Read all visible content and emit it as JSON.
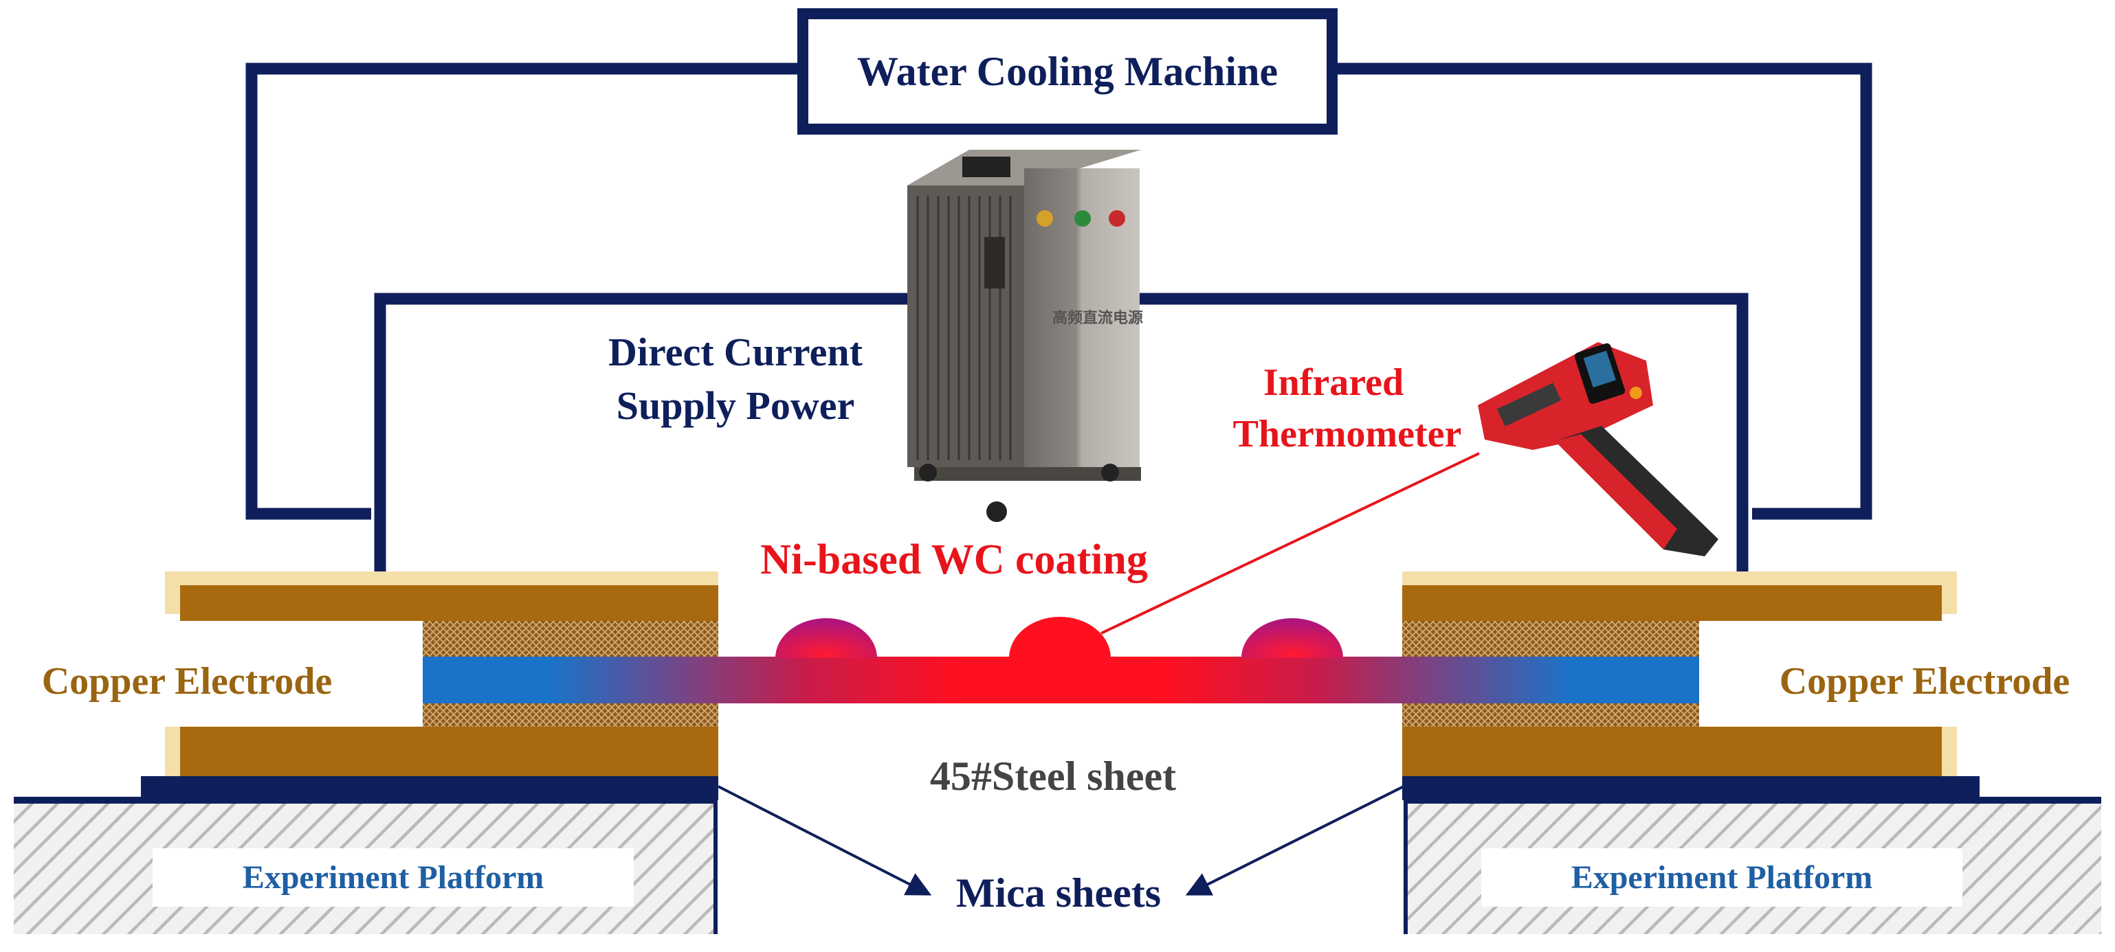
{
  "labels": {
    "water_cooling": "Water Cooling Machine",
    "dc_power_line1": "Direct Current",
    "dc_power_line2": "Supply Power",
    "infrared_line1": "Infrared",
    "infrared_line2": "Thermometer",
    "coating": "Ni-based WC coating",
    "electrode_left": "Copper Electrode",
    "electrode_right": "Copper Electrode",
    "steel_sheet": "45#Steel sheet",
    "platform_left": "Experiment Platform",
    "platform_right": "Experiment Platform",
    "mica": "Mica sheets",
    "psu_panel_text": "高频直流电源"
  },
  "colors": {
    "wire": "#0e1f5b",
    "navy_text": "#0e1f5b",
    "red_text": "#e8141b",
    "copper": "#a8690f",
    "copper_text": "#9a6410",
    "pad": "#f5dfa9",
    "sheet_cold": "#1a73c9",
    "sheet_hot": "#ff1020",
    "platform_hatch": "#b9b9b9",
    "platform_label": "#1f5fa3"
  }
}
